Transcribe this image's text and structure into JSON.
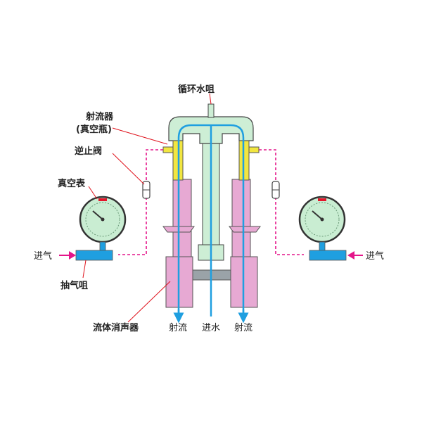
{
  "labels": {
    "circulating_nozzle": "循环水咀",
    "ejector": "射流器",
    "ejector_sub": "(真空瓶)",
    "check_valve": "逆止阀",
    "vacuum_gauge": "真空表",
    "air_inlet_left": "进气",
    "air_inlet_right": "进气",
    "suction_nozzle": "抽气咀",
    "fluid_muffler": "流体消声器",
    "jet_left": "射流",
    "water_in": "进水",
    "jet_right": "射流"
  },
  "colors": {
    "chamber_green": "#cdeed5",
    "chamber_stroke": "#444444",
    "yellow_tube": "#f2e640",
    "pink_body": "#e7a9d3",
    "gray_bar": "#9aa3a8",
    "water_blue": "#1f9fe0",
    "air_pink": "#e4158a",
    "gauge_face": "#c9edd2",
    "gauge_stem": "#1f9fe0",
    "leader_red": "#e0141e"
  },
  "icons": {
    "gauge_left": "vacuum-gauge-icon",
    "gauge_right": "vacuum-gauge-icon",
    "valve_left": "check-valve-icon",
    "valve_right": "check-valve-icon"
  }
}
